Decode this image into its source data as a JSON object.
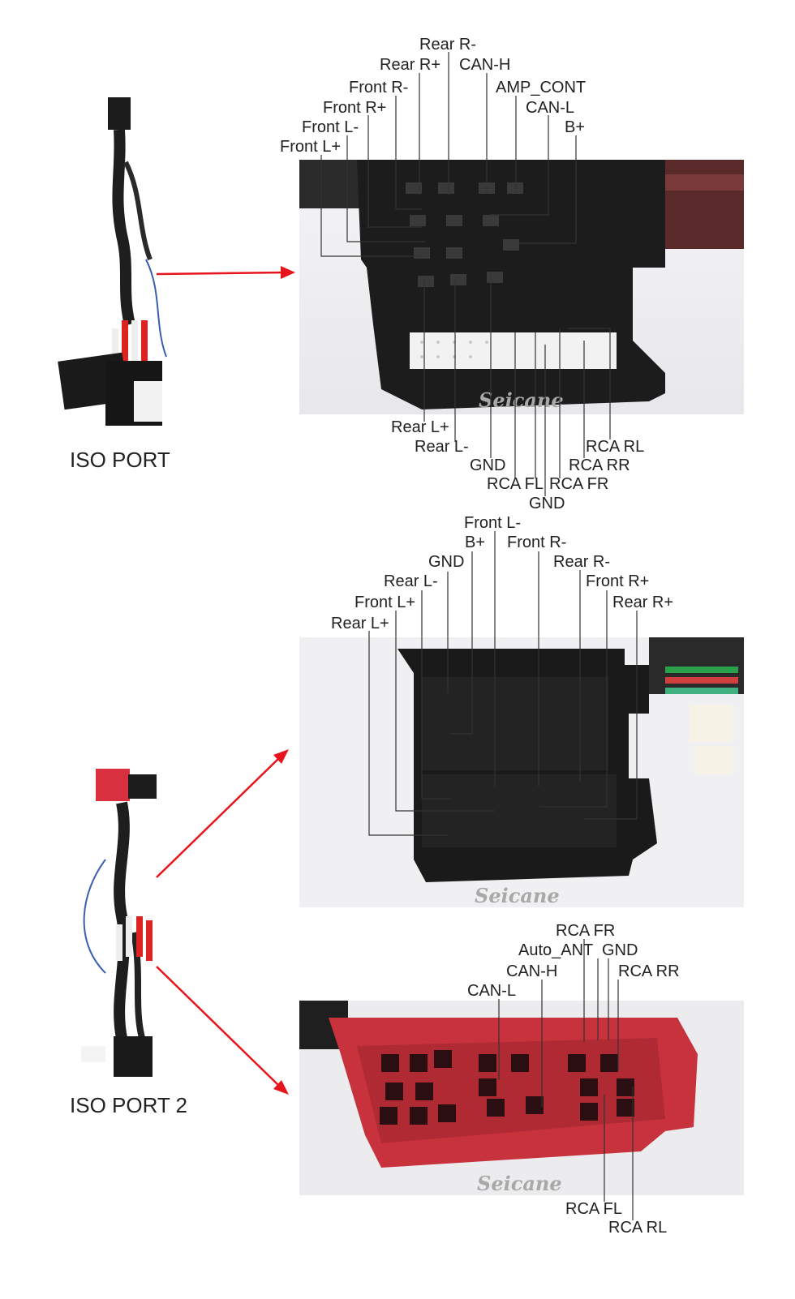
{
  "ports": [
    {
      "title": "ISO PORT"
    },
    {
      "title": "ISO PORT 2"
    }
  ],
  "watermark": "Seicane",
  "colors": {
    "arrow": "#e8141c",
    "connector_black": "#1a1a1a",
    "connector_red": "#c8323c",
    "leader": "#333333"
  },
  "panel1": {
    "top_labels": [
      "Rear R-",
      "Rear R+",
      "CAN-H",
      "Front R-",
      "AMP_CONT",
      "Front R+",
      "CAN-L",
      "Front L-",
      "B+",
      "Front L+"
    ],
    "bottom_labels": [
      "Rear L+",
      "Rear L-",
      "RCA RL",
      "GND",
      "RCA RR",
      "RCA FL",
      "RCA FR",
      "GND"
    ]
  },
  "panel2": {
    "top_labels": [
      "Front L-",
      "B+",
      "Front R-",
      "GND",
      "Rear R-",
      "Rear L-",
      "Front R+",
      "Front L+",
      "Rear R+",
      "Rear L+"
    ]
  },
  "panel3": {
    "top_labels": [
      "RCA FR",
      "Auto_ANT",
      "GND",
      "CAN-H",
      "RCA RR",
      "CAN-L"
    ],
    "bottom_labels": [
      "RCA FL",
      "RCA RL"
    ]
  }
}
